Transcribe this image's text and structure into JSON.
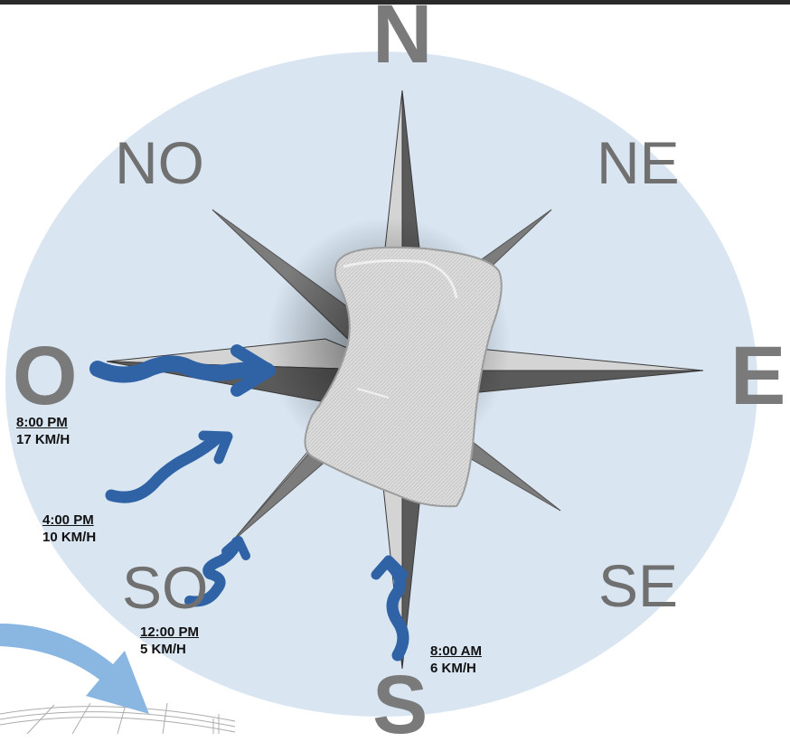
{
  "compass": {
    "directions": {
      "north": "N",
      "northeast": "NE",
      "east": "E",
      "southeast": "SE",
      "south": "S",
      "southwest": "SO",
      "west": "O",
      "northwest": "NO"
    }
  },
  "wind_readings": [
    {
      "time": "8:00 PM",
      "speed": "17 KM/H"
    },
    {
      "time": "4:00 PM",
      "speed": "10 KM/H"
    },
    {
      "time": "12:00 PM",
      "speed": "5 KM/H"
    },
    {
      "time": "8:00 AM",
      "speed": "6 KM/H"
    }
  ],
  "colors": {
    "disc": "#d9e6f2",
    "arrow": "#2f63a6",
    "big_arrow": "#8ab6e2",
    "top_bar": "#2a2a2a"
  }
}
